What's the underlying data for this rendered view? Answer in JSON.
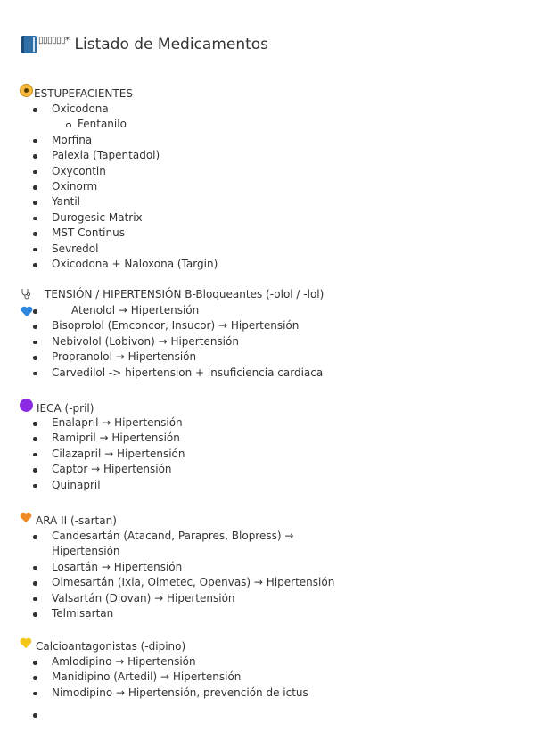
{
  "title": {
    "glyphs": "▯▯▯▯▯▯*",
    "text": "Listado de Medicamentos"
  },
  "sections": {
    "estupefacientes": {
      "heading": "ESTUPEFACIENTES",
      "icon": "radioactive-icon",
      "items": [
        "Oxicodona",
        "Fentanilo",
        "Morfina",
        "Palexia (Tapentadol)",
        "Oxycontin",
        "Oxinorm",
        "Yantil",
        "Durogesic Matrix",
        "MST Continus",
        "Sevredol",
        "Oxicodona + Naloxona (Targin)"
      ]
    },
    "tension": {
      "heading": "TENSIÓN / HIPERTENSIÓN  B-Bloqueantes (-olol / -lol)",
      "icons": [
        "stethoscope-icon",
        "blue-heart-icon"
      ],
      "items": [
        "Atenolol → Hipertensión",
        "Bisoprolol (Emconcor, Insucor) → Hipertensión",
        "Nebivolol (Lobivon) → Hipertensión",
        "Propranolol → Hipertensión",
        "Carvedilol -> hipertension + insuficiencia cardiaca"
      ]
    },
    "ieca": {
      "heading": "IECA (-pril)",
      "icon": "purple-circle-icon",
      "items": [
        "Enalapril → Hipertensión",
        "Ramipril → Hipertensión",
        "Cilazapril → Hipertensión",
        "Captor → Hipertensión",
        "Quinapril"
      ]
    },
    "ara": {
      "heading": "ARA II (-sartan)",
      "icon": "orange-heart-icon",
      "items": [
        "Candesartán (Atacand, Parapres, Blopress) → Hipertensión",
        "Losartán → Hipertensión",
        "Olmesartán (Ixia, Olmetec, Openvas) → Hipertensión",
        "Valsartán (Diovan) → Hipertensión",
        "Telmisartan"
      ]
    },
    "calcio": {
      "heading": "Calcioantagonistas (-dipino)",
      "icon": "yellow-heart-icon",
      "items": [
        "Amlodipino → Hipertensión",
        "Manidipino (Artedil) → Hipertensión",
        "Nimodipino → Hipertensión, prevención de ictus",
        ""
      ]
    }
  },
  "colors": {
    "text": "#333333",
    "book": "#2f6fa8",
    "purple": "#8a2be2",
    "blue_heart": "#2e86de",
    "orange_heart": "#f08a24",
    "yellow_heart": "#f5c518"
  }
}
